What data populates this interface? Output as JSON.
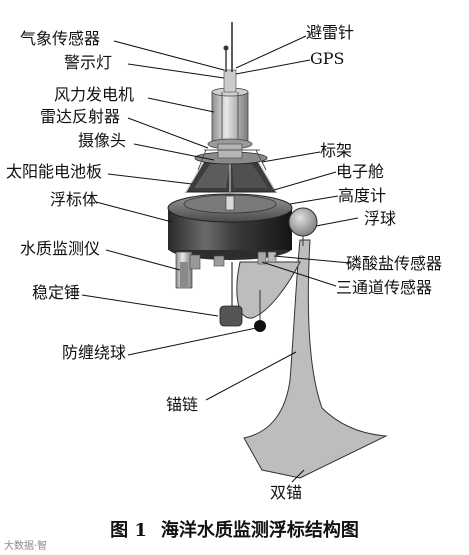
{
  "labels": {
    "lightning_rod": "避雷针",
    "meteo_sensor": "气象传感器",
    "gps": "GPS",
    "warning_light": "警示灯",
    "wind_generator": "风力发电机",
    "radar_reflector": "雷达反射器",
    "camera": "摄像头",
    "frame": "标架",
    "solar_panel": "太阳能电池板",
    "electronic_cabin": "电子舱",
    "buoy_body": "浮标体",
    "altimeter": "高度计",
    "float_ball": "浮球",
    "water_quality_instrument": "水质监测仪",
    "phosphate_sensor": "磷酸盐传感器",
    "three_channel_sensor": "三通道传感器",
    "stabilizing_hammer": "稳定锤",
    "anti_tangle_ball": "防缠绕球",
    "anchor_chain": "锚链",
    "double_anchor": "双锚"
  },
  "caption": {
    "number": "图 1",
    "title": "海洋水质监测浮标结构图"
  },
  "watermark": "大数据·智"
}
